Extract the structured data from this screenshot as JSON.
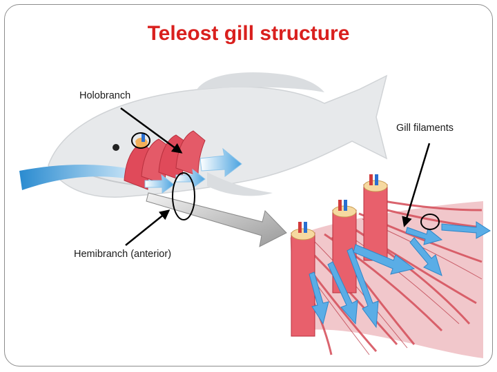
{
  "slide": {
    "title": "Teleost gill structure",
    "labels": {
      "holobranch": "Holobranch",
      "gill_filaments": "Gill filaments",
      "hemibranch": "Hemibranch (anterior)"
    }
  },
  "colors": {
    "title": "#d9201e",
    "water_flow": "#3a9ad9",
    "gill_tissue": "#e04a5a",
    "fish_body": "#e6e8ea",
    "annotation": "#000000"
  }
}
